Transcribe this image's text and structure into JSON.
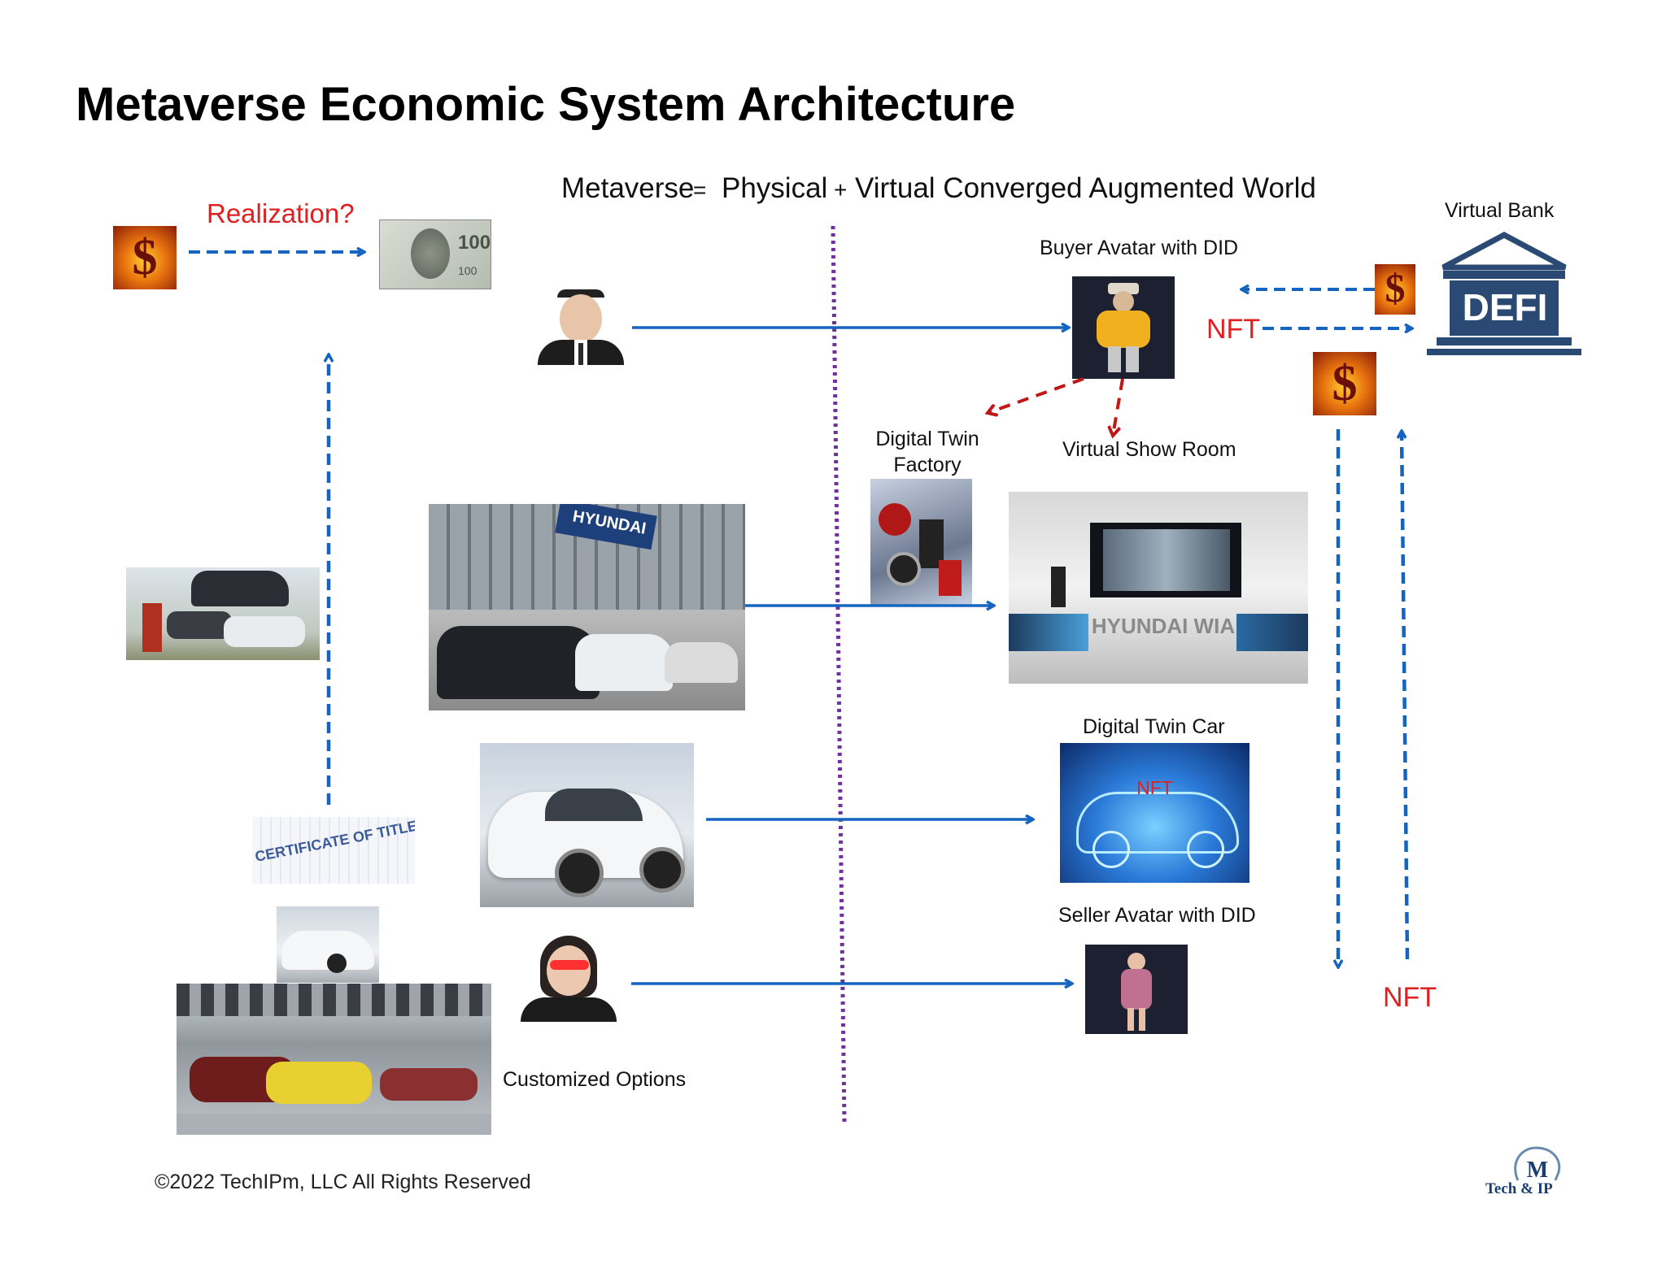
{
  "title": "Metaverse Economic System Architecture",
  "equation": {
    "metaverse": "Metaverse",
    "equals": "=",
    "physical": "Physical",
    "plus": "+",
    "virtual": "Virtual Converged Augmented World"
  },
  "labels": {
    "realization": "Realization?",
    "virtual_bank": "Virtual Bank",
    "buyer_avatar": "Buyer Avatar with DID",
    "nft_bank": "NFT",
    "digital_twin_factory": "Digital Twin\nFactory",
    "virtual_show_room": "Virtual Show Room",
    "digital_twin_car": "Digital Twin Car",
    "car_nft": "NFT",
    "seller_avatar": "Seller Avatar with DID",
    "nft_right": "NFT",
    "customized_options": "Customized Options",
    "certificate": "CERTIFICATE OF TITLE",
    "defi": "DEFI",
    "showroom_brand": "HYUNDAI WIA",
    "dealer_sign": "HYUNDAI"
  },
  "footer": {
    "copyright": "©2022 TechIPm, LLC All Rights Reserved",
    "logo_letter": "M",
    "logo_text": "Tech & IP"
  },
  "colors": {
    "arrow_blue": "#1565c0",
    "arrow_red": "#c01818",
    "divider_purple": "#7030a0",
    "nft_red": "#e02020"
  },
  "icons": [
    "dollar-coin-icon",
    "hundred-dollar-bill-icon",
    "bank-building-icon"
  ]
}
